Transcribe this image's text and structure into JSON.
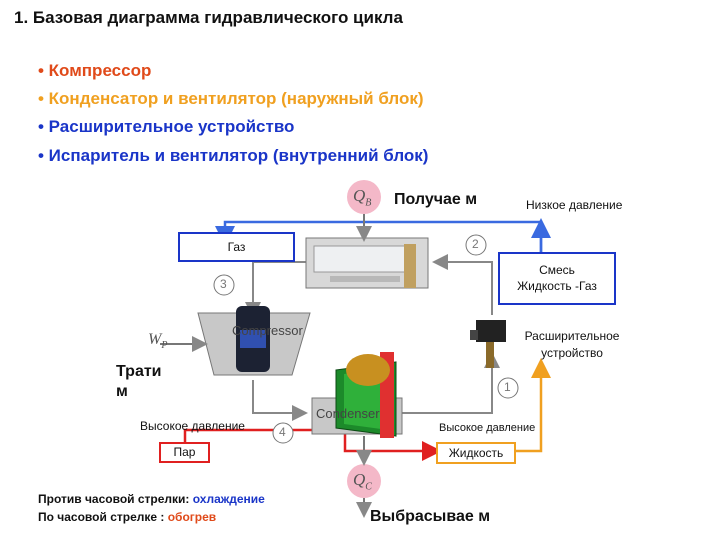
{
  "title": "1. Базовая диаграмма гидравлического цикла",
  "bullets": [
    "• Компрессор",
    "• Конденсатор и вентилятор (наружный блок)",
    "• Расширительное устройство",
    "• Испаритель и вентилятор (внутренний блок)"
  ],
  "diagram": {
    "qb_label": "Q",
    "qb_sub": "B",
    "qc_label": "Q",
    "qc_sub": "C",
    "wp_label": "W",
    "wp_sub": "P",
    "receive_label": "Получае м",
    "spend_label": "Трати м",
    "discard_label": "Выбрасывае м",
    "low_pressure": "Низкое давление",
    "high_pressure_left": "Высокое давление",
    "high_pressure_right": "Высокое давление",
    "gas_box": "Газ",
    "mix_box_line1": "Смесь",
    "mix_box_line2": "Жидкость -Газ",
    "vapor_box": "Пар",
    "liquid_box": "Жидкость",
    "expansion_line1": "Расширительное",
    "expansion_line2": "устройство",
    "compressor_text": "Compressor",
    "condenser_text": "Condenser",
    "step1": "1",
    "step2": "2",
    "step3": "3",
    "step4": "4"
  },
  "footer": {
    "line1_prefix": "Против часовой стрелки: ",
    "line1_value": "охлаждение",
    "line2_prefix": "По часовой стрелке : ",
    "line2_value": "обогрев"
  },
  "colors": {
    "blue": "#1a35c8",
    "arrow_blue": "#3a6ae0",
    "orange": "#f0a020",
    "red": "#e02020",
    "gray_line": "#888888",
    "pink_circle": "#f4b8c8"
  }
}
